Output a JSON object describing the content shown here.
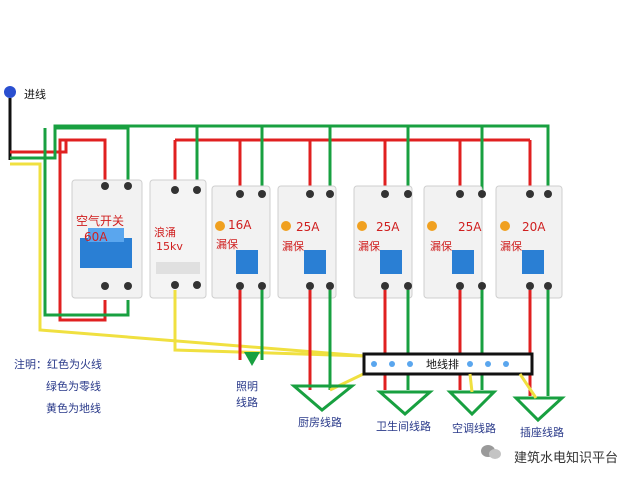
{
  "title_in": "进线",
  "breakers": [
    {
      "id": "main",
      "label": "空气开关",
      "rating": "60A"
    },
    {
      "id": "surge",
      "label": "浪涌",
      "rating": "15kv"
    },
    {
      "id": "b1",
      "label": "漏保",
      "rating": "16A"
    },
    {
      "id": "b2",
      "label": "漏保",
      "rating": "25A"
    },
    {
      "id": "b3",
      "label": "漏保",
      "rating": "25A"
    },
    {
      "id": "b4",
      "label": "漏保",
      "rating": "25A"
    },
    {
      "id": "b5",
      "label": "漏保",
      "rating": "20A"
    }
  ],
  "busbar_label": "地线排",
  "outputs": {
    "lighting_1": "照明",
    "lighting_2": "线路",
    "kitchen": "厨房线路",
    "bathroom": "卫生间线路",
    "aircon": "空调线路",
    "socket": "插座线路"
  },
  "notes": {
    "n1": "注明：红色为火线",
    "n2": "绿色为零线",
    "n3": "黄色为地线"
  },
  "watermark": "建筑水电知识平台",
  "colors": {
    "live": "#e02020",
    "neutral": "#18a040",
    "earth": "#f0e040",
    "breaker_body": "#f2f2f2",
    "handle": "#2a7fd4",
    "text_red": "#d02020"
  }
}
